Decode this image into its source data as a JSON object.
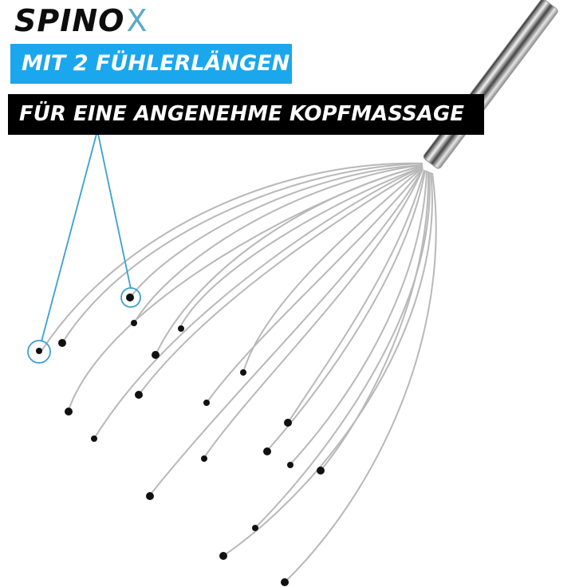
{
  "brand": {
    "name_main": "SPINO",
    "name_accent": "X",
    "accent_color": "#5aa9c9"
  },
  "banners": [
    {
      "text": "MIT 2 FÜHLERLÄNGEN",
      "background": "#1aa7ee",
      "color": "#ffffff"
    },
    {
      "text": "FÜR EINE ANGENEHME KOPFMASSAGE",
      "background": "#000000",
      "color": "#ffffff"
    }
  ],
  "callout": {
    "color": "#3aa0cf",
    "marker_count": 2
  },
  "product": {
    "type": "head-massager",
    "wire_color": "#b8b8b8",
    "tip_color": "#111111"
  }
}
